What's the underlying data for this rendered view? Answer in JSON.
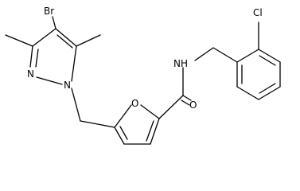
{
  "atom_labels": {
    "br": "Br",
    "n_ring1": "N",
    "n_ring2": "N",
    "o_furan": "O",
    "o_carbonyl": "O",
    "nh": "NH",
    "cl": "Cl"
  },
  "colors": {
    "background": "#ffffff",
    "bond": "#000000",
    "label": "#000000"
  }
}
